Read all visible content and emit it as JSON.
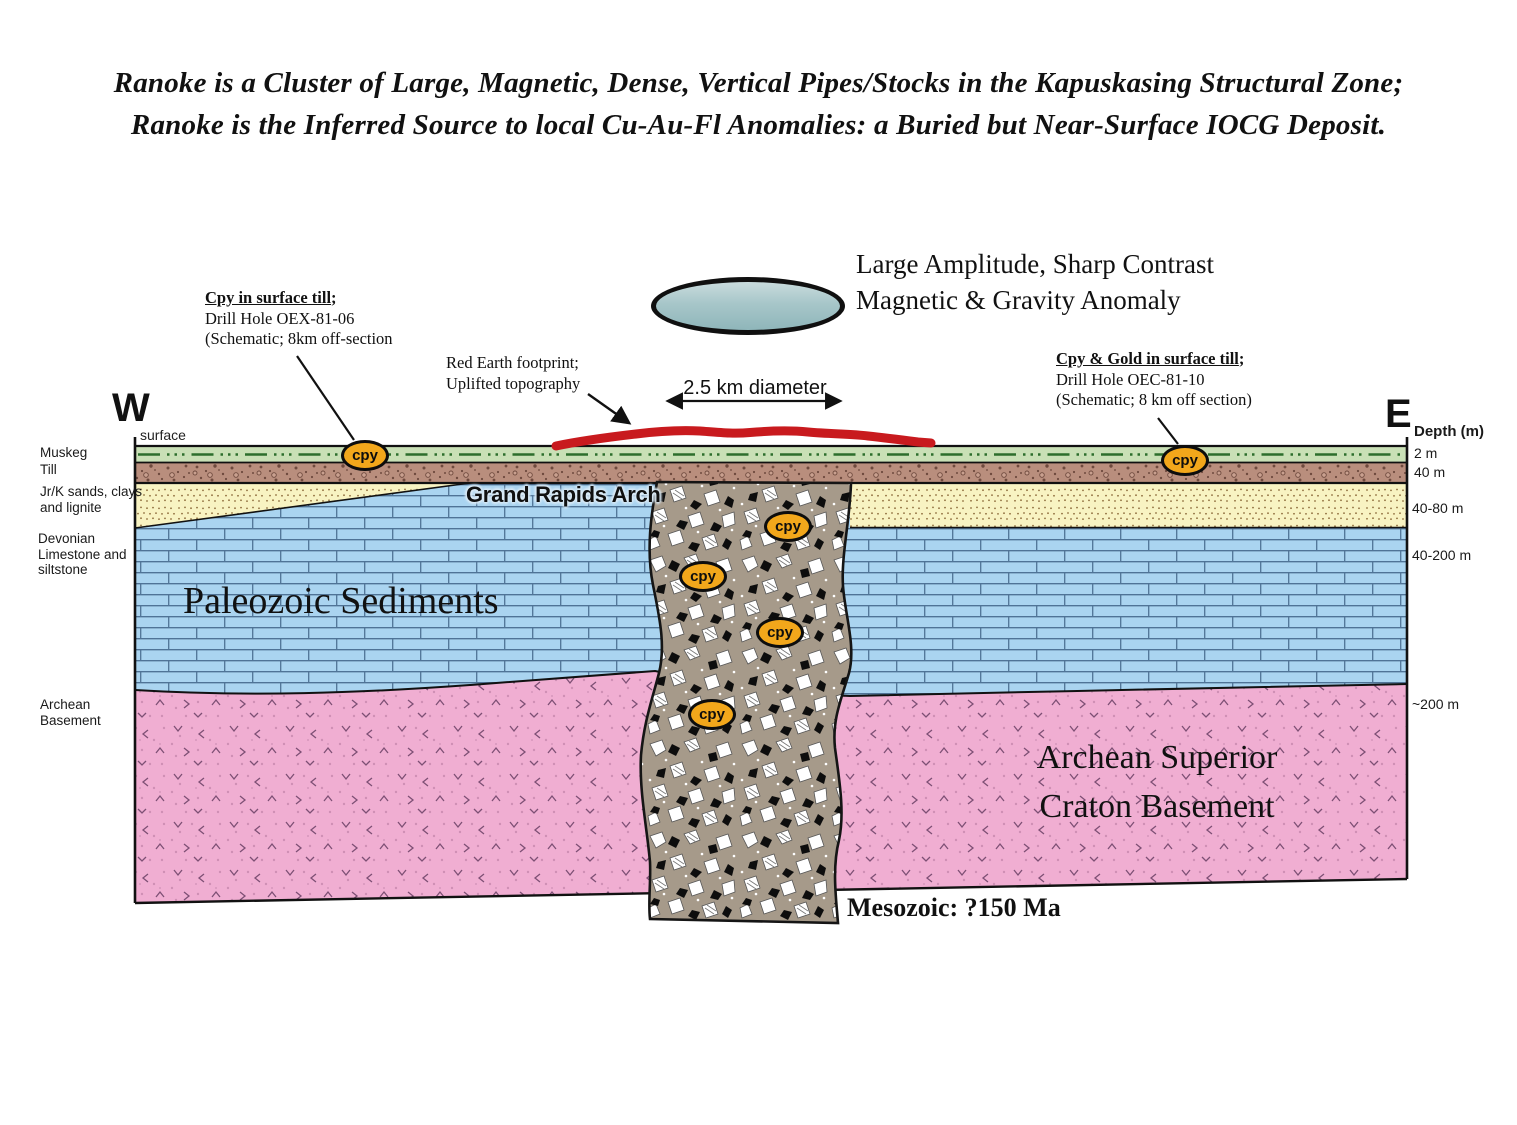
{
  "title": {
    "line1": "Ranoke is a Cluster of Large, Magnetic, Dense, Vertical Pipes/Stocks in the Kapuskasing Structural Zone;",
    "line2": "Ranoke is the Inferred Source to local Cu-Au-Fl Anomalies: a Buried but Near-Surface IOCG Deposit."
  },
  "anomaly": {
    "line1": "Large Amplitude, Sharp Contrast",
    "line2": "Magnetic & Gravity Anomaly"
  },
  "annotations": {
    "left_heading": "Cpy in surface till",
    "left_heading_suffix": ";",
    "left_line2": "Drill Hole OEX-81-06",
    "left_line3": "(Schematic; 8km off-section",
    "red_earth_line1": "Red Earth footprint;",
    "red_earth_line2": "Uplifted topography",
    "diameter": "2.5 km diameter",
    "right_heading": "Cpy & Gold in surface till",
    "right_heading_suffix": ";",
    "right_line2": "Drill Hole OEC-81-10",
    "right_line3": "(Schematic; 8 km off section)"
  },
  "compass": {
    "west": "W",
    "east": "E"
  },
  "section": {
    "surface": "surface",
    "grand_rapids_arch": "Grand Rapids Arch",
    "paleozoic": "Paleozoic Sediments",
    "archean_line1": "Archean Superior",
    "archean_line2": "Craton Basement",
    "mesozoic": "Mesozoic: ?150 Ma",
    "cpy": "cpy"
  },
  "strat_labels": {
    "muskeg": "Muskeg",
    "till": "Till",
    "jrk_line1": "Jr/K sands, clays",
    "jrk_line2": "and lignite",
    "devonian_line1": "Devonian",
    "devonian_line2": "Limestone and",
    "devonian_line3": "siltstone",
    "archean_line1": "Archean",
    "archean_line2": "Basement"
  },
  "depth_scale": {
    "heading": "Depth (m)",
    "d_2m": "2 m",
    "d_40m": "40 m",
    "d_40_80m": "40-80 m",
    "d_40_200m": "40-200 m",
    "d_200m": "~200 m"
  },
  "colors": {
    "red_line": "#c81a1e",
    "cpy_fill": "#f2a71b",
    "muskeg_green": "#c9e0b6",
    "till_brown": "#b98e7d",
    "sand_yellow": "#f8f3c2",
    "limestone_blue": "#aad4f0",
    "basement_pink": "#f0aed2",
    "pipe_gray": "#a69a8a",
    "anomaly_teal": "#9ec2c5"
  }
}
